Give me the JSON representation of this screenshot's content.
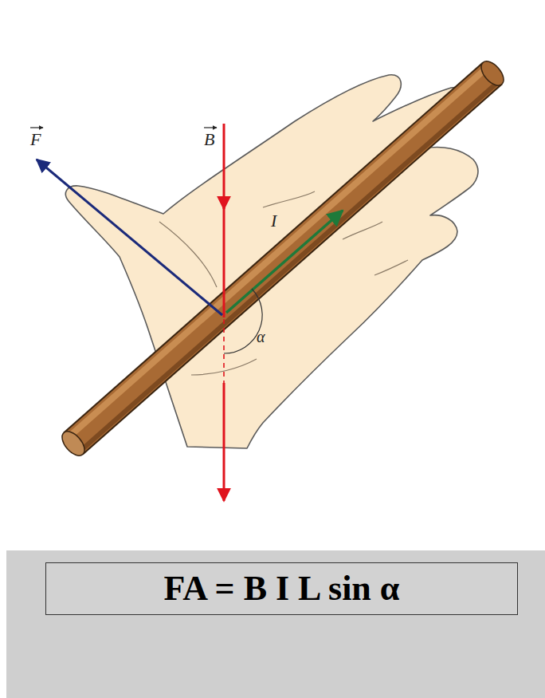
{
  "diagram": {
    "nodes": [
      {
        "text": [
          "FA = B I L sin α"
        ]
      }
    ],
    "labels": [
      "F",
      "B",
      "I",
      "α"
    ]
  }
}
